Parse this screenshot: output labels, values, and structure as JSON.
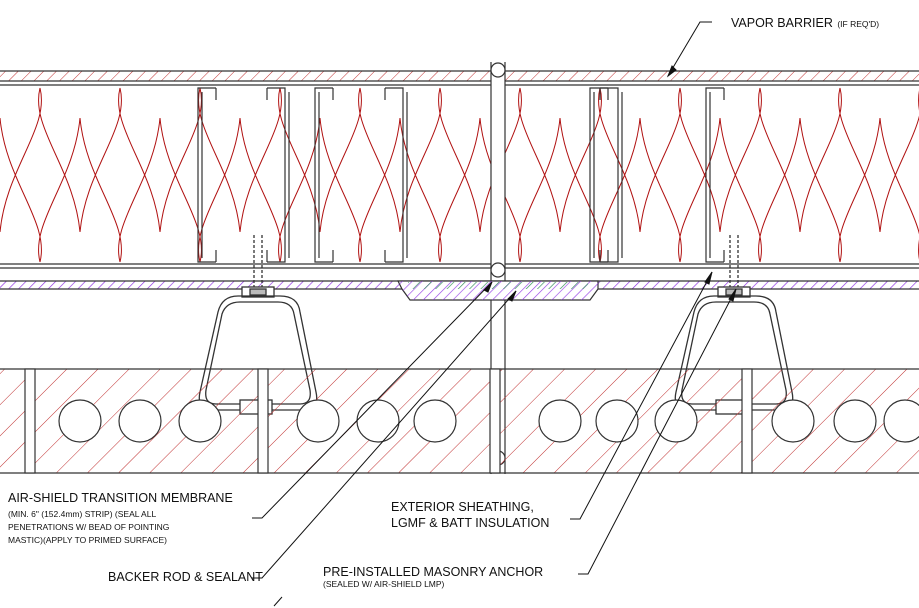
{
  "labels": {
    "vapor_barrier": {
      "main": "VAPOR BARRIER",
      "sub": "(IF REQ'D)"
    },
    "transition_membrane": {
      "title": "AIR-SHIELD TRANSITION MEMBRANE",
      "lines": [
        "(MIN. 6\" (152.4mm) STRIP) (SEAL ALL",
        "PENETRATIONS W/ BEAD OF POINTING",
        "MASTIC)(APPLY TO PRIMED SURFACE)"
      ]
    },
    "backer_rod": {
      "text": "BACKER ROD & SEALANT"
    },
    "sheathing": {
      "lines": [
        "EXTERIOR SHEATHING,",
        "LGMF & BATT INSULATION"
      ]
    },
    "anchor": {
      "main": "PRE-INSTALLED MASONRY ANCHOR",
      "sub": "(SEALED W/ AIR-SHIELD LMP)"
    }
  },
  "colors": {
    "linework": "#333333",
    "batt_insulation": "#b01010",
    "vapor_barrier_hatch": "#c03030",
    "membrane_hatch": "#8a2be2",
    "transition_hatch": "#2e8b57",
    "masonry_hatch": "#c03030"
  }
}
